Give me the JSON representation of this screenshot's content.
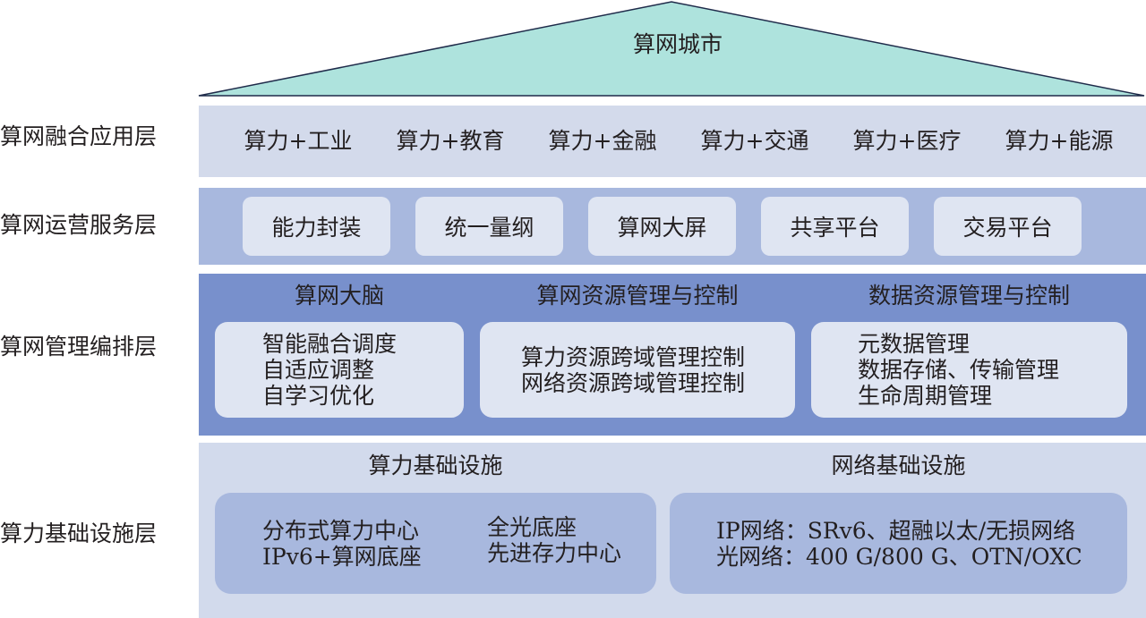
{
  "roof": {
    "title": "算网城市"
  },
  "application_layer": {
    "label": "算网融合应用层",
    "items": [
      "算力+工业",
      "算力+教育",
      "算力+金融",
      "算力+交通",
      "算力+医疗",
      "算力+能源"
    ]
  },
  "service_layer": {
    "label": "算网运营服务层",
    "items": [
      "能力封装",
      "统一量纲",
      "算网大屏",
      "共享平台",
      "交易平台"
    ]
  },
  "orchestration_layer": {
    "label": "算网管理编排层",
    "groups": [
      {
        "title": "算网大脑",
        "lines": [
          "智能融合调度",
          "自适应调整",
          "自学习优化"
        ]
      },
      {
        "title": "算网资源管理与控制",
        "lines": [
          "算力资源跨域管理控制",
          "网络资源跨域管理控制"
        ]
      },
      {
        "title": "数据资源管理与控制",
        "lines": [
          "元数据管理",
          "数据存储、传输管理",
          "生命周期管理"
        ]
      }
    ]
  },
  "infrastructure_layer": {
    "label": "算力基础设施层",
    "groups": [
      {
        "title": "算力基础设施",
        "columns": [
          [
            "分布式算力中心",
            "IPv6+算网底座"
          ],
          [
            "全光底座",
            "先进存力中心"
          ]
        ]
      },
      {
        "title": "网络基础设施",
        "lines": [
          "IP网络：SRv6、超融以太/无损网络",
          "光网络：400 G/800 G、OTN/OXC"
        ]
      }
    ]
  },
  "colors": {
    "roof_fill": "#aee3dd",
    "roof_stroke": "#1f2b4a",
    "application_band": "#d3daeb",
    "service_band": "#a8b8de",
    "orchestration_band": "#7890cc",
    "infrastructure_band": "#d2daec",
    "light_box": "#dfe5f2",
    "infrastructure_box": "#a8b8de",
    "text": "#231f20"
  }
}
